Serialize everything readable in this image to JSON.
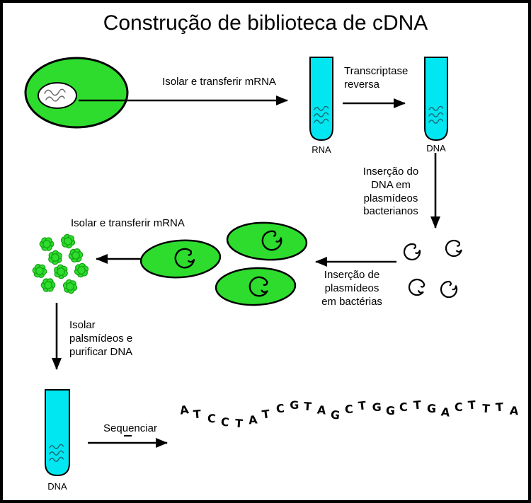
{
  "title": "Construção de biblioteca de cDNA",
  "labels": {
    "isolar_mrna_top": "Isolar e transferir mRNA",
    "transcriptase_reversa": "Transcriptase\nreversa",
    "rna_tube": "RNA",
    "dna_tube": "DNA",
    "insercao_dna": "Inserção do\nDNA em\nplasmídeos\nbacterianos",
    "insercao_plasmideos": "Inserção de\nplasmídeos\nem bactérias",
    "isolar_mrna_mid": "Isolar e transferir mRNA",
    "isolar_plasmideos": "Isolar\npalsmídeos e\npurificar DNA",
    "dna_tube_bottom": "DNA",
    "sequenciar": "Sequenciar"
  },
  "dna_sequence": "ATCCTATCGTAGCTGGCTGACTTTA",
  "colors": {
    "cell_green": "#2edc2e",
    "tube_cyan": "#00e7f2",
    "outline": "#000000"
  }
}
